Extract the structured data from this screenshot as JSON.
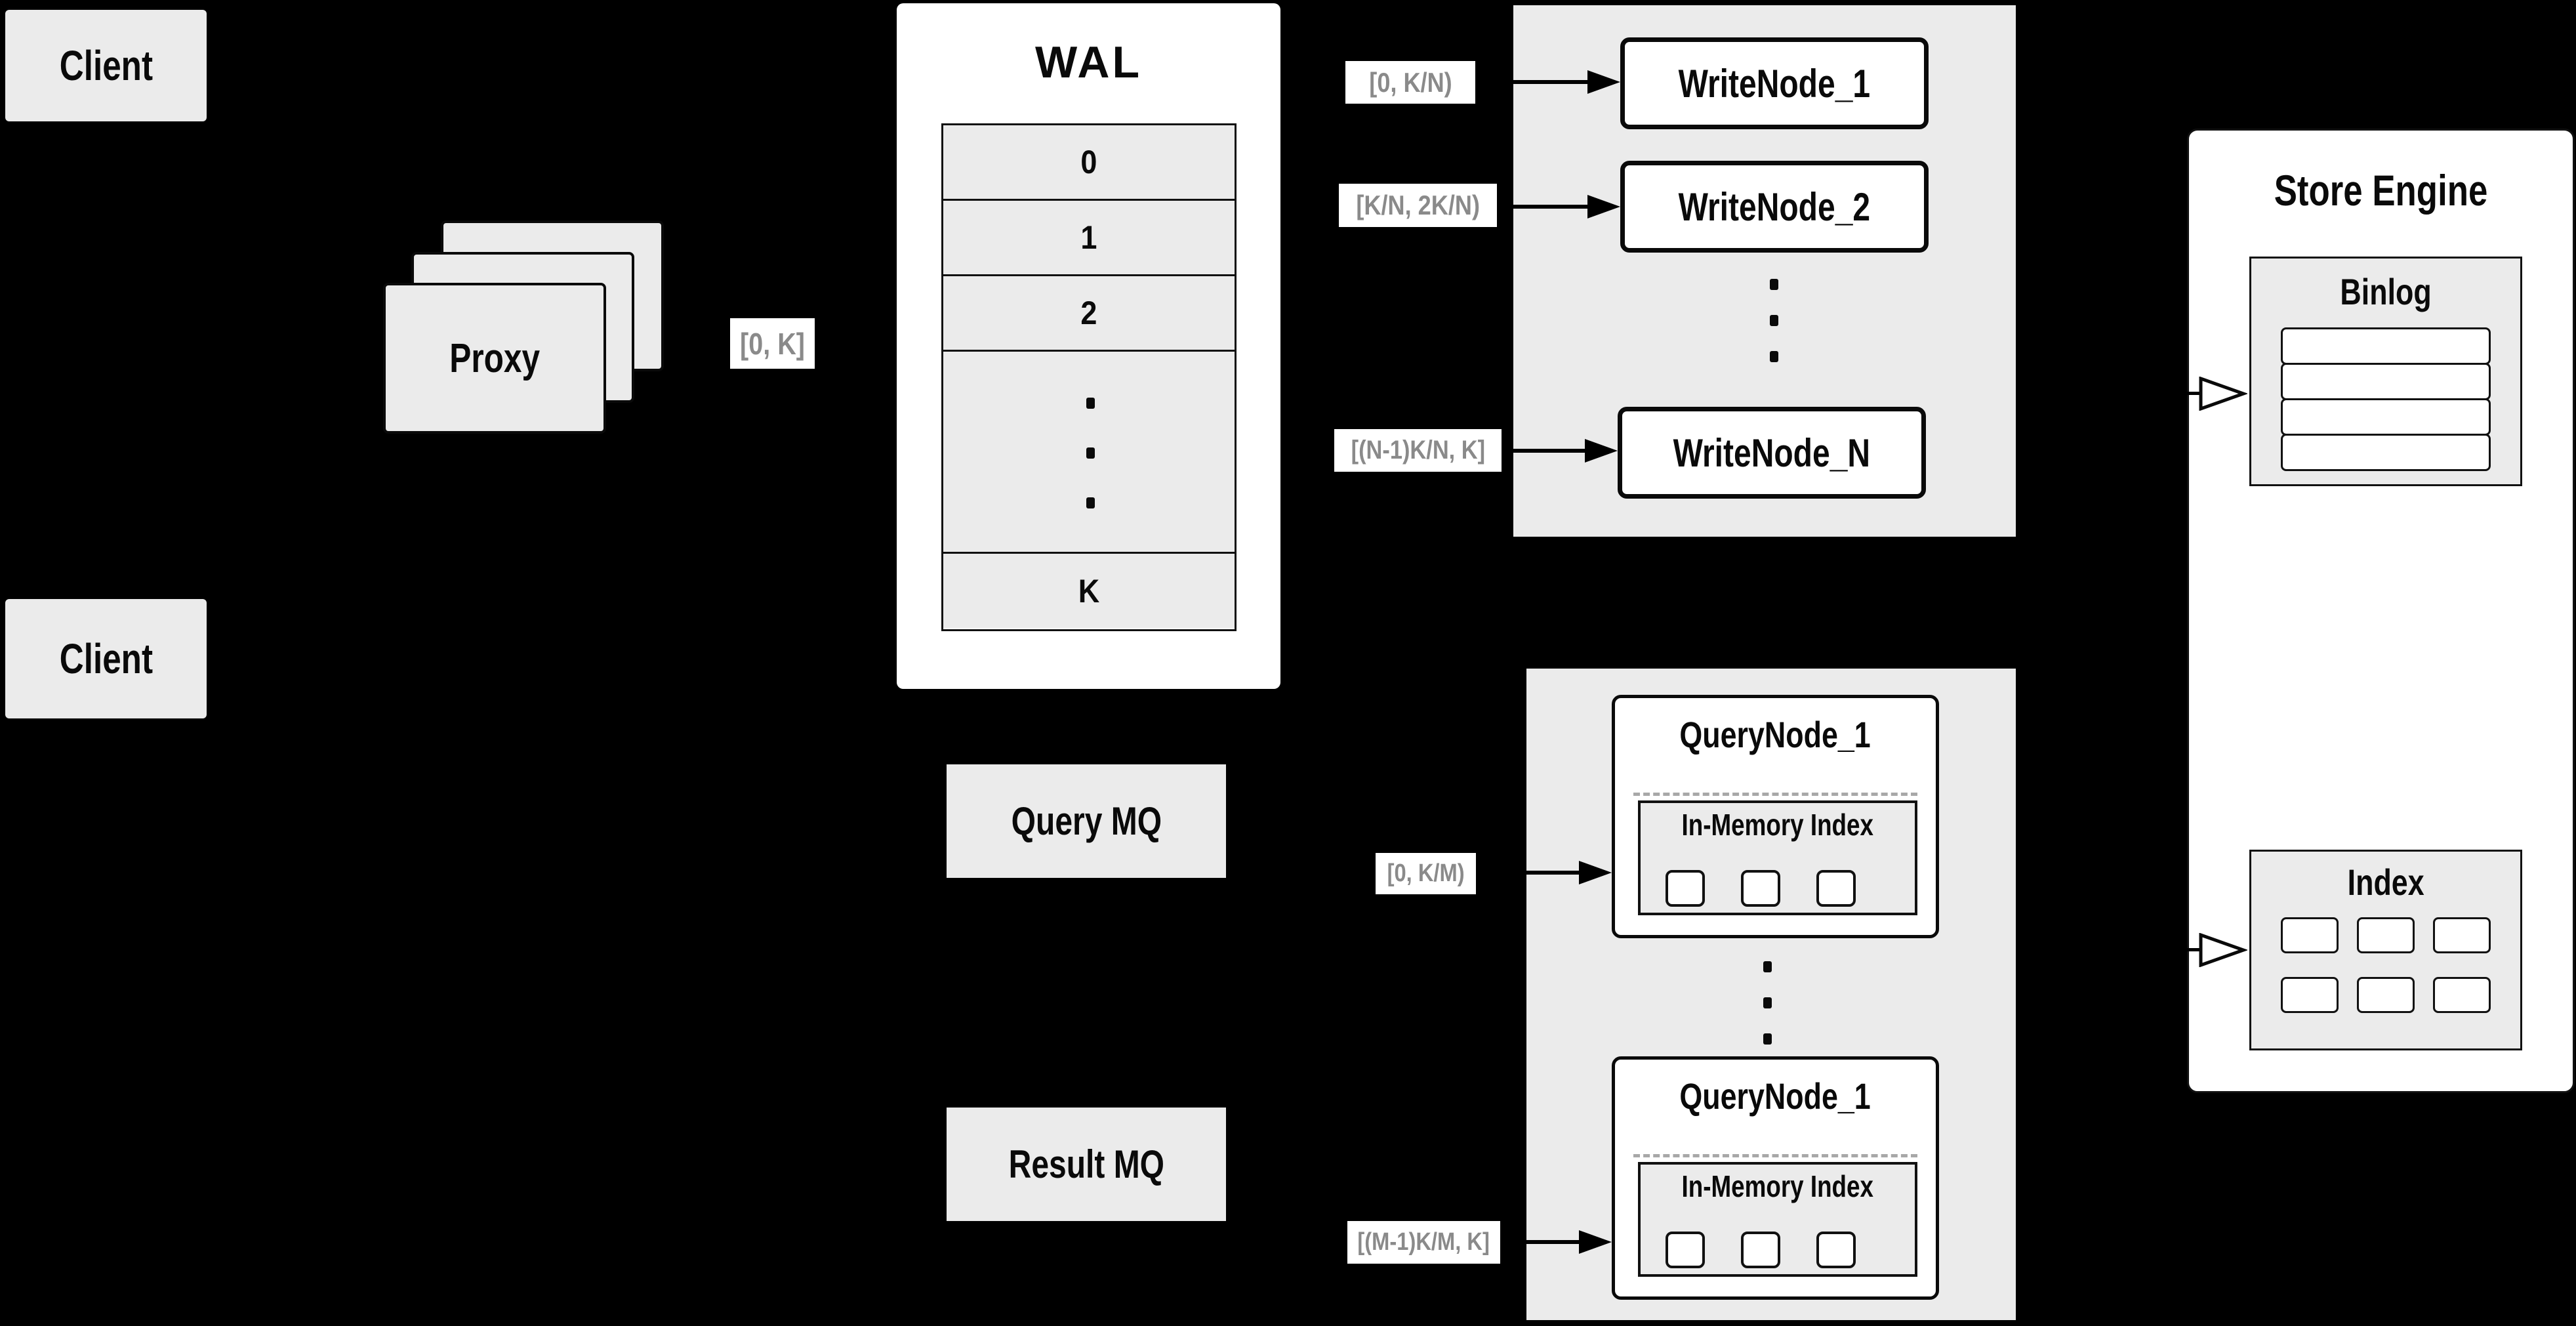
{
  "colors": {
    "background": "#000000",
    "box_gray": "#ebebeb",
    "box_white": "#ffffff",
    "border_black": "#0a0a0a",
    "range_label_text": "#8a8a8a",
    "dashed_separator": "#a8a8a8"
  },
  "clients": {
    "top": "Client",
    "bottom": "Client"
  },
  "proxy": {
    "label": "Proxy",
    "stack_count": 3
  },
  "edge_labels": {
    "proxy_wal": "[0, K]",
    "wal_wn1": "[0, K/N)",
    "wal_wn2": "[K/N, 2K/N)",
    "wal_wnN": "[(N-1)K/N, K]",
    "mq_qn1": "[0, K/M)",
    "mq_qnM": "[(M-1)K/M, K]"
  },
  "wal": {
    "title": "WAL",
    "rows": [
      "0",
      "1",
      "2",
      "K"
    ],
    "has_ellipsis_row": true
  },
  "write_group": {
    "nodes": [
      "WriteNode_1",
      "WriteNode_2",
      "WriteNode_N"
    ]
  },
  "store_engine": {
    "title": "Store Engine",
    "binlog": {
      "title": "Binlog",
      "row_count": 4
    },
    "index": {
      "title": "Index",
      "cell_count": 6
    }
  },
  "mq": {
    "query": "Query MQ",
    "result": "Result MQ"
  },
  "query_group": {
    "nodes": [
      {
        "title": "QueryNode_1",
        "inner": "In-Memory Index",
        "cell_count": 3
      },
      {
        "title": "QueryNode_1",
        "inner": "In-Memory Index",
        "cell_count": 3
      }
    ]
  }
}
